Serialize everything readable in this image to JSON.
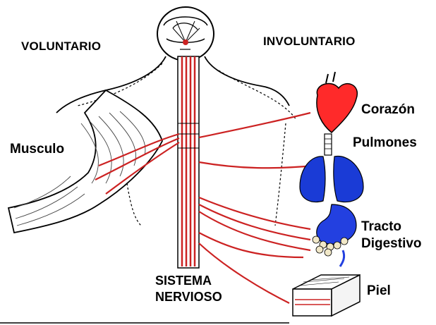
{
  "headings": {
    "voluntary": "VOLUNTARIO",
    "involuntary": "INVOLUNTARIO"
  },
  "organs": {
    "heart": "Corazón",
    "lungs": "Pulmones",
    "digestive_line1": "Tracto",
    "digestive_line2": "Digestivo",
    "skin": "Piel",
    "muscle": "Musculo"
  },
  "system": {
    "line1": "SISTEMA",
    "line2": "NERVIOSO"
  },
  "colors": {
    "nerve": "#cc2222",
    "heart": "#ff2a2a",
    "lungs": "#1a3bd6",
    "digestive": "#2340e0",
    "outline": "#000000",
    "background": "#ffffff"
  }
}
